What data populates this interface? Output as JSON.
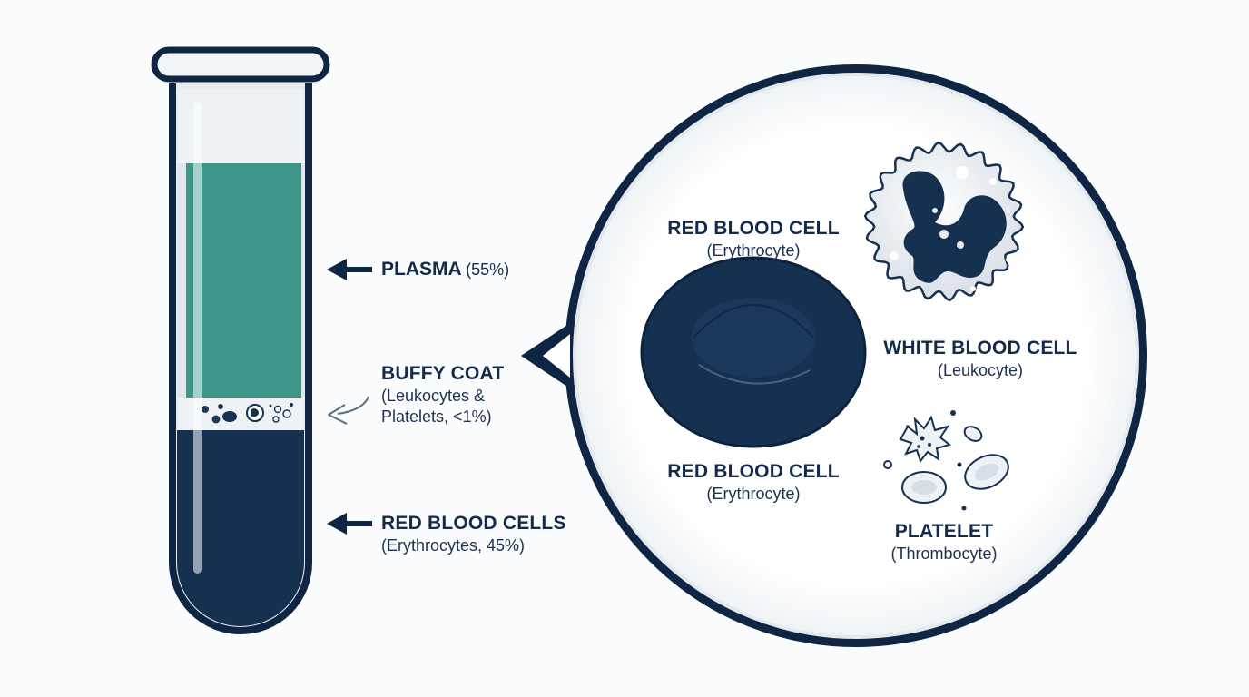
{
  "colors": {
    "navy": "#16304f",
    "plasma": "#3e9688",
    "buffy": "#e9eef2",
    "outline": "#0f2544",
    "glass": "#dfe6ec"
  },
  "tube": {
    "plasma": {
      "title": "PLASMA",
      "detail": "(55%)"
    },
    "buffy_coat": {
      "title": "BUFFY COAT",
      "detail_line1": "(Leukocytes &",
      "detail_line2": "Platelets, <1%)"
    },
    "red_cells": {
      "title": "RED BLOOD CELLS",
      "detail": "(Erythrocytes, 45%)"
    }
  },
  "magnified": {
    "rbc_top": {
      "title": "RED BLOOD CELL",
      "detail": "(Erythrocyte)"
    },
    "rbc_bottom": {
      "title": "RED BLOOD CELL",
      "detail": "(Erythrocyte)"
    },
    "wbc": {
      "title": "WHITE BLOOD CELL",
      "detail": "(Leukocyte)"
    },
    "platelet": {
      "title": "PLATELET",
      "detail": "(Thrombocyte)"
    }
  }
}
